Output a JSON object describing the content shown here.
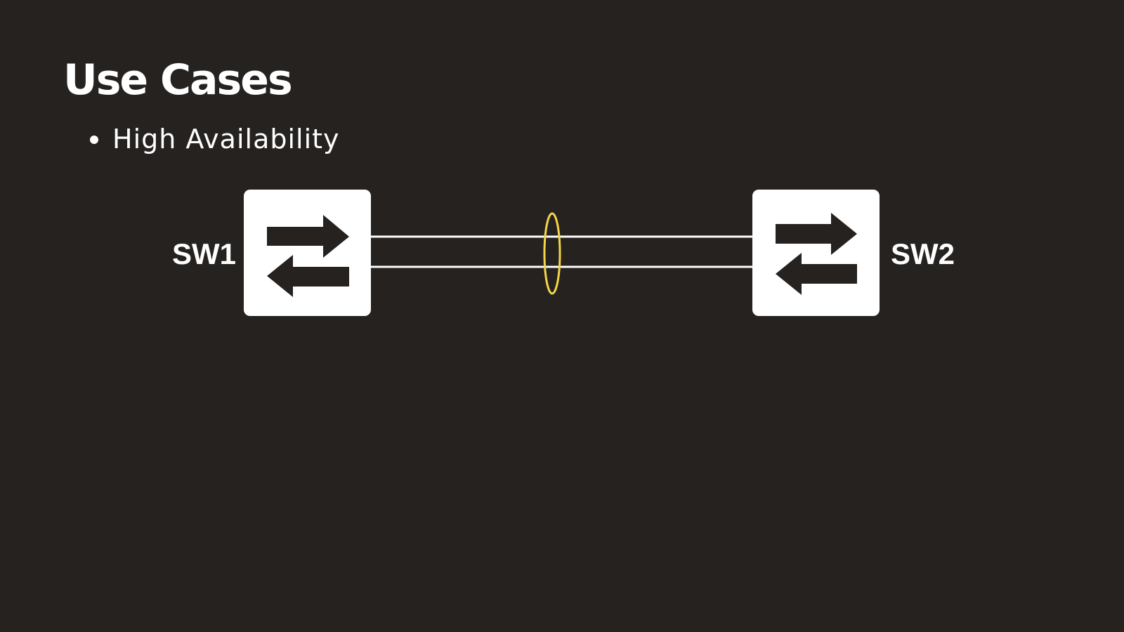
{
  "slide": {
    "title": "Use Cases",
    "bullets": [
      {
        "text": "High Availability"
      }
    ]
  },
  "diagram": {
    "switches": [
      {
        "label": "SW1",
        "icon": "switch-icon"
      },
      {
        "label": "SW2",
        "icon": "switch-icon"
      }
    ],
    "links": 2,
    "bundle_marker_icon": "port-channel-ellipse-icon"
  },
  "colors": {
    "background": "#252220",
    "foreground": "#ffffff",
    "bundle_marker": "#f5d547"
  }
}
